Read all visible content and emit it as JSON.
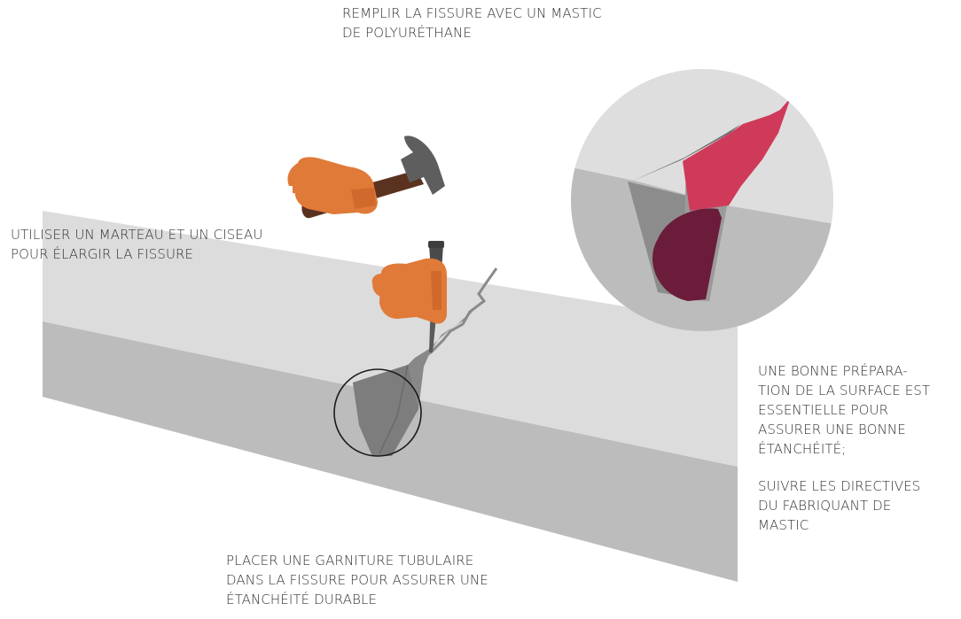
{
  "captions": {
    "fill_crack": [
      "REMPLIR LA FISSURE AVEC UN MASTIC",
      "DE POLYURÉTHANE"
    ],
    "widen_crack": [
      "UTILISER UN MARTEAU ET UN CISEAU",
      "POUR ÉLARGIR LA FISSURE"
    ],
    "surface_prep": [
      "UNE BONNE PRÉPARA-",
      "TION DE LA SURFACE EST",
      "ESSENTIELLE POUR",
      "ASSURER UNE BONNE",
      "ÉTANCHÉITÉ;"
    ],
    "manufacturer": [
      "SUIVRE LES DIRECTIVES",
      "DU FABRIQUANT DE",
      "MASTIC"
    ],
    "backer_rod": [
      "PLACER UNE GARNITURE TUBULAIRE",
      "DANS LA FISSURE POUR ASSURER UNE",
      "ÉTANCHÉITÉ DURABLE"
    ]
  },
  "colors": {
    "slab_top": "#dcdcdc",
    "slab_front": "#bebebe",
    "crack": "#7a7a7a",
    "glove": "#e07a38",
    "hammer_handle": "#5b3220",
    "hammer_head": "#5e5e5e",
    "sealant": "#cf3a5a",
    "backer_rod": "#6b1c3a",
    "text": "#333333"
  }
}
